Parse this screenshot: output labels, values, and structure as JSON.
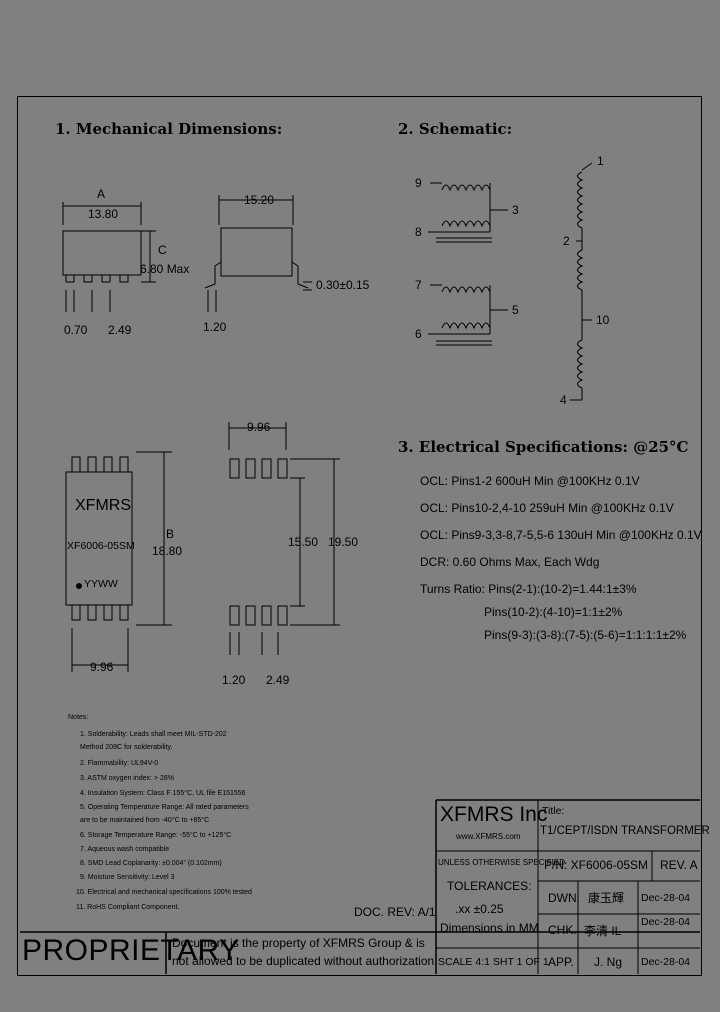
{
  "sections": {
    "mechanical": "1. Mechanical Dimensions:",
    "schematic": "2. Schematic:",
    "electrical": "3. Electrical  Specifications: @25°C"
  },
  "dims": {
    "a_label": "A",
    "a_value": "13.80",
    "c_label": "C",
    "c_value": "6.80 Max",
    "pin_w": "0.70",
    "pitch_side": "2.49",
    "body_w": "15.20",
    "lead_t": "0.30±0.15",
    "lead_h": "1.20",
    "top_w": "9.96",
    "b_label": "B",
    "b_value": "18.80",
    "bot_w": "9.96",
    "foot_w": "9.96",
    "foot_inner": "15.50",
    "foot_outer": "19.50",
    "pad_w": "1.20",
    "pad_pitch": "2.49"
  },
  "marking": {
    "brand": "XFMRS",
    "part": "XF6006-05SM",
    "date": "YYWW"
  },
  "pins": {
    "p9": "9",
    "p8": "8",
    "p7": "7",
    "p6": "6",
    "p3": "3",
    "p5": "5",
    "p1": "1",
    "p2": "2",
    "p10": "10",
    "p4": "4"
  },
  "electrical": [
    "OCL: Pins1-2 600uH Min @100KHz 0.1V",
    "OCL: Pins10-2,4-10 259uH Min @100KHz 0.1V",
    "OCL: Pins9-3,3-8,7-5,5-6 130uH Min @100KHz 0.1V",
    "DCR: 0.60 Ohms Max, Each Wdg",
    "Turns Ratio: Pins(2-1):(10-2)=1.44:1±3%",
    "Pins(10-2):(4-10)=1:1±2%",
    "Pins(9-3):(3-8):(7-5):(5-6)=1:1:1:1±2%"
  ],
  "notes": {
    "title": "Notes:",
    "items": [
      "1. Solderability: Leads shall meet MIL-STD-202",
      "    Method 208C for solderability.",
      "2. Flammability: UL94V-0",
      "3. ASTM oxygen index: > 28%",
      "4. Insulation System: Class F 155°C, UL file E151556",
      "5. Operating Temperature Range: All rated parameters",
      "    are to be maintained from -40°C to +85°C",
      "6. Storage Temperature Range: -55°C to +125°C",
      "7. Aqueous wash compatible",
      "8. SMD Lead Coplanarity: ±0.004\" (0.102mm)",
      "9. Moisture Sensitivity: Level 3",
      "10. Electrical and mechanical specifications 100% tested",
      "11. RoHS Compliant Component."
    ]
  },
  "doc_rev": "DOC. REV: A/1",
  "proprietary": {
    "label": "PROPRIETARY",
    "line1": "Document is the property of XFMRS Group & is",
    "line2": "not allowed to be duplicated without authorization."
  },
  "title_block": {
    "company": "XFMRS Inc",
    "website": "www.XFMRS.com",
    "title_label": "Title:",
    "title": "T1/CEPT/ISDN TRANSFORMER",
    "unless": "UNLESS OTHERWISE SPECIFIED",
    "tolerances": "TOLERANCES:",
    "tol_value": ".xx ±0.25",
    "dims_in": "Dimensions in MM",
    "pn": "P/N: XF6006-05SM",
    "rev": "REV. A",
    "dwn": "DWN.",
    "dwn_sig": "康玉輝",
    "dwn_date": "Dec-28-04",
    "chk": "CHK.",
    "chk_sig": "李清 IL",
    "chk_date": "Dec-28-04",
    "scale": "SCALE 4:1 SHT 1 OF 1",
    "app": "APP.",
    "app_name": "J. Ng",
    "app_date": "Dec-28-04"
  }
}
